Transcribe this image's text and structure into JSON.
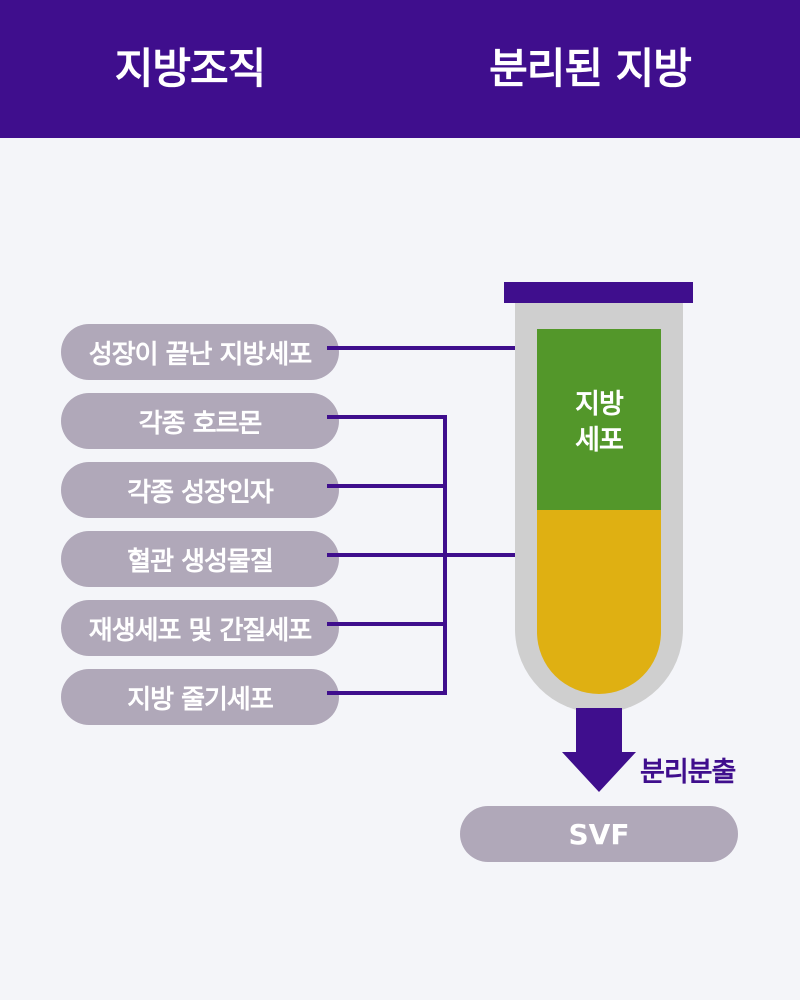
{
  "header": {
    "left_title": "지방조직",
    "right_title": "분리된 지방"
  },
  "components": [
    "성장이 끝난 지방세포",
    "각종 호르몬",
    "각종 성장인자",
    "혈관 생성물질",
    "재생세포 및 간질세포",
    "지방 줄기세포"
  ],
  "tube": {
    "top_layer_label": "지방\n세포"
  },
  "arrow_label": "분리분출",
  "result": "SVF",
  "colors": {
    "primary": "#3f0e8d",
    "pill": "#b0a8b9",
    "fat_layer": "#53972a",
    "liquid_layer": "#dfb012",
    "tube": "#cfcfcf",
    "background": "#f4f5f9"
  }
}
